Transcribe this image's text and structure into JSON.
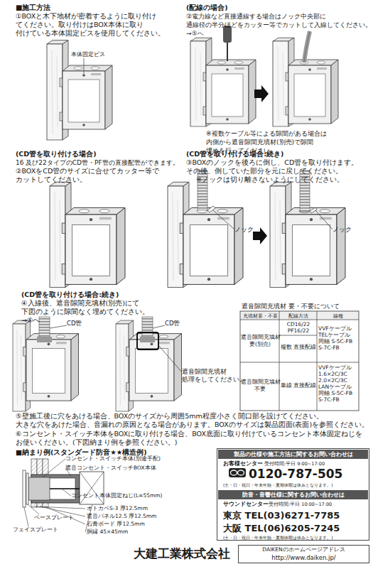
{
  "diagram": {
    "title": "■施工方法",
    "nodes": [
      {
        "text": [
          "お客様センター",
          "受付時間:平日 9:00~17:00",
          "0120-787-505",
          "(土・日・祝日・年末年始・夏期休暇は休みとなります。)",
          "サウンドセンター",
          "受付時間:平日 10:00~17:00",
          "東京 TEL(03)6271-7785",
          "大阪 TEL(06)6205-7245",
          "(土・日・祝日・年末年始・夏期休暇は休みとなります。)"
        ]
      },
      {
        "text": [
          "製品の仕様や施工方法に関するお問い合わせは"
        ],
        "in": 0
      },
      {
        "text": [
          "防音・音響仕様に関するお問い合わせは"
        ],
        "in": 0
      },
      {
        "text": [
          "DAIKENのホームページアドレス",
          "http://www.daiken.jp/"
        ]
      }
    ],
    "labels": [
      "①BOXと木下地材が密着するように取り付け てください。取り付けはBOX本体に取り 付けている本体固定ビスを使用してください。",
      "本体固定ビス",
      "(配線の場合)",
      "②電力線など直接通線する場合はノック中央部に 通線径の半分ほどをカッター等でカットして入線してください。 →⑤へ",
      "※複数ケーブル等による隙間がある場合は 内側から遮音隙間充填材(別売)で隙間 埋めを行ってください。",
      "(CD管を取り付ける場合)",
      "16 及び22タイプのCD管・PF管の直接配管ができます。",
      "②BOXをCD管のサイズに合せてカッター等で カットしてください。",
      "(CD管を取り付ける場合:続き)",
      "③BOXのノックを後ろに倒し、CD管を取り付けます。 その後、倒していた部分を元に戻してください。",
      "※ノックは切り離さないようにしてください。",
      "ノック",
      "ノック",
      "(CD管を取り付ける場合:続き)",
      "④入線後、遮音隙間充填材(別売)にて 下図のように隙間なく埋めてください。→⑤へ",
      "CD管",
      "CD管",
      "遮音隙間充填材 処理をしてください。",
      "遮音隙間充填材 要・不要について",
      "充填材要・不要",
      "配線方法",
      "線種",
      "遮音隙間充填材 要(別売)",
      "CD16/22 PF16/22",
      "複数 直接配線",
      "VVFケーブル TELケーブル 同軸 S-5C-FB S-7C-FB",
      "遮音隙間充填材 不要",
      "単線 直接配線",
      "VVFケーブル 1.6×2C/3C 2.0×2C/3C LANケーブル 同軸 S-5C-FB S-7C-FB",
      "⑤壁施工後に穴をあける場合、BOXのサイズから周囲5mm程度小さく開口部を設けてください。 大きな穴をあけた場合、音漏れの原因となる場合があります。BOXのサイズは製品図面(表面)を参照ください。",
      "⑥コンセント・スイッチ本体をBOXに取り付ける場合、BOX底面に取り付けているコンセント本体固定ねじを お使いください。(下図納まり例を参照ください。)",
      "■納まり例(スタンダード防音★★構造例)",
      "コンセント・スイッチ本体(別途手配)",
      "遮音コンセント・スイッチBOX本体",
      "コンセント本体固定ねじ(L=55mm)",
      "オトカベS-3 厚12.5mm",
      "遮音パネル12.5 厚12.5mm",
      "石膏ボード 厚12.5mm",
      "胴縁 45×45mm",
      "ベースプレート",
      "フェイスプレート",
      "大建工業株式会社"
    ]
  }
}
